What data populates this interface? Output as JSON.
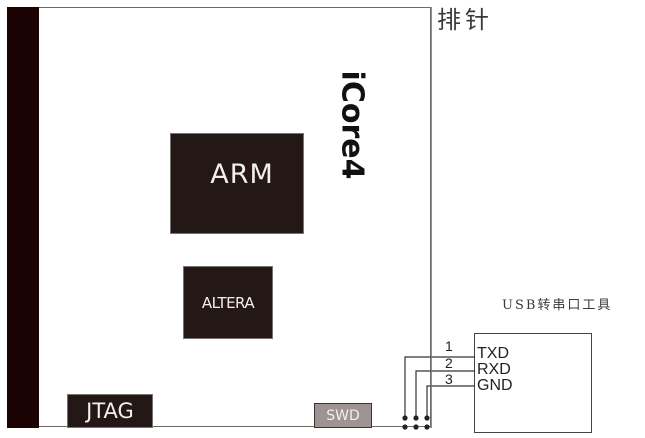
{
  "diagram": {
    "header_label": "排针",
    "board_name": "iCore4",
    "chips": {
      "arm": "ARM",
      "altera": "ALTERA"
    },
    "connectors": {
      "jtag": "JTAG",
      "swd": "SWD"
    },
    "usb_tool": {
      "label": "USB转串口工具",
      "signals": [
        {
          "pin": "1",
          "name": "TXD"
        },
        {
          "pin": "2",
          "name": "RXD"
        },
        {
          "pin": "3",
          "name": "GND"
        }
      ]
    },
    "colors": {
      "chip_fill": "#231815",
      "left_bar": "#1a0302",
      "swd_fill": "#9d9493"
    }
  }
}
